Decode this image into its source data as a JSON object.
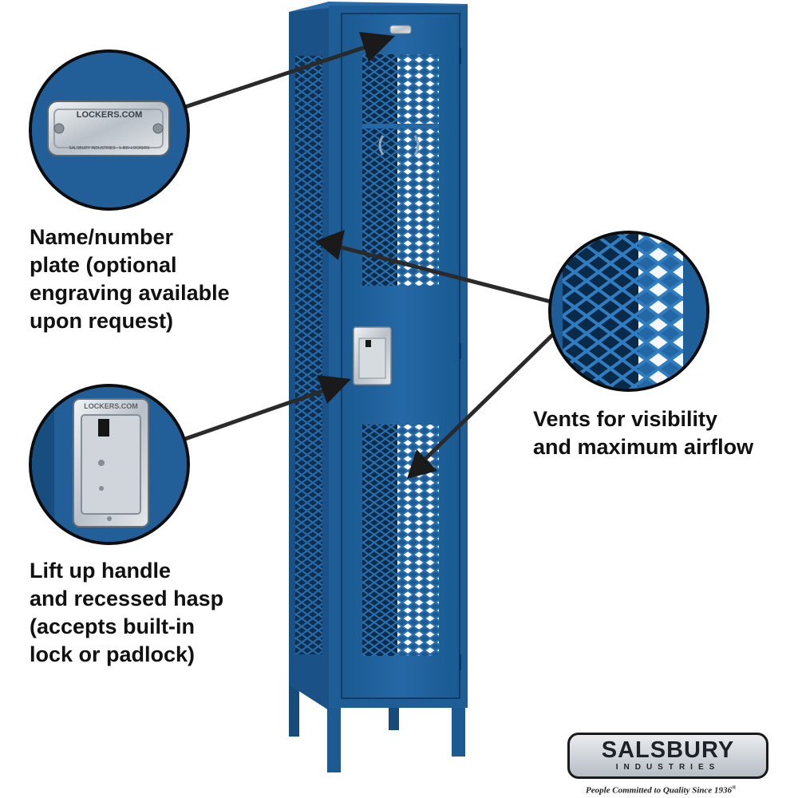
{
  "callouts": {
    "nameplate": {
      "lines": [
        "Name/number",
        "plate (optional",
        "engraving available",
        "upon request)"
      ],
      "plate_brand": "LOCKERS.COM",
      "plate_small": "SALSBURY INDUSTRIES · 1-800-LOCKERS"
    },
    "handle": {
      "lines": [
        "Lift up handle",
        "and recessed hasp",
        "(accepts built-in",
        "lock or padlock)"
      ],
      "handle_brand": "LOCKERS.COM"
    },
    "vents": {
      "lines": [
        "Vents for visibility",
        "and maximum airflow"
      ]
    }
  },
  "logo": {
    "name": "SALSBURY",
    "sub": "INDUSTRIES",
    "tagline": "People Committed to Quality Since 1936",
    "trademark": "®"
  },
  "colors": {
    "locker_blue": "#1f5f96",
    "locker_dark": "#143f68",
    "text": "#111111",
    "arrow": "#2a2a2a"
  }
}
